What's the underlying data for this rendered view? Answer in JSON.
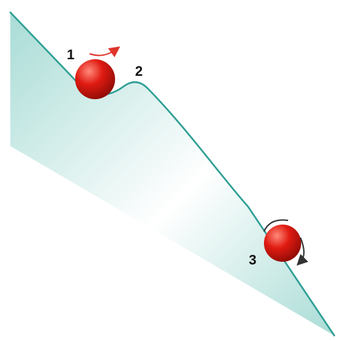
{
  "labels": {
    "point_1": "1",
    "point_2": "2",
    "point_3": "3"
  },
  "colors": {
    "slope_fill_light": "#ffffff",
    "slope_fill_dark": "#a9dcd6",
    "slope_edge": "#2f9f95",
    "ball_highlight": "#ff8a7a",
    "ball_body": "#e01b12",
    "ball_shadow": "#8e0c06",
    "rotation_arrow_red": "#e0352b",
    "rotation_arrow_dark": "#333333"
  },
  "icons": {
    "ball_1": "red-ball",
    "ball_3": "red-ball",
    "arrow_1": "curved-arrow-right-icon",
    "arrow_3": "rotation-arrow-icon"
  }
}
